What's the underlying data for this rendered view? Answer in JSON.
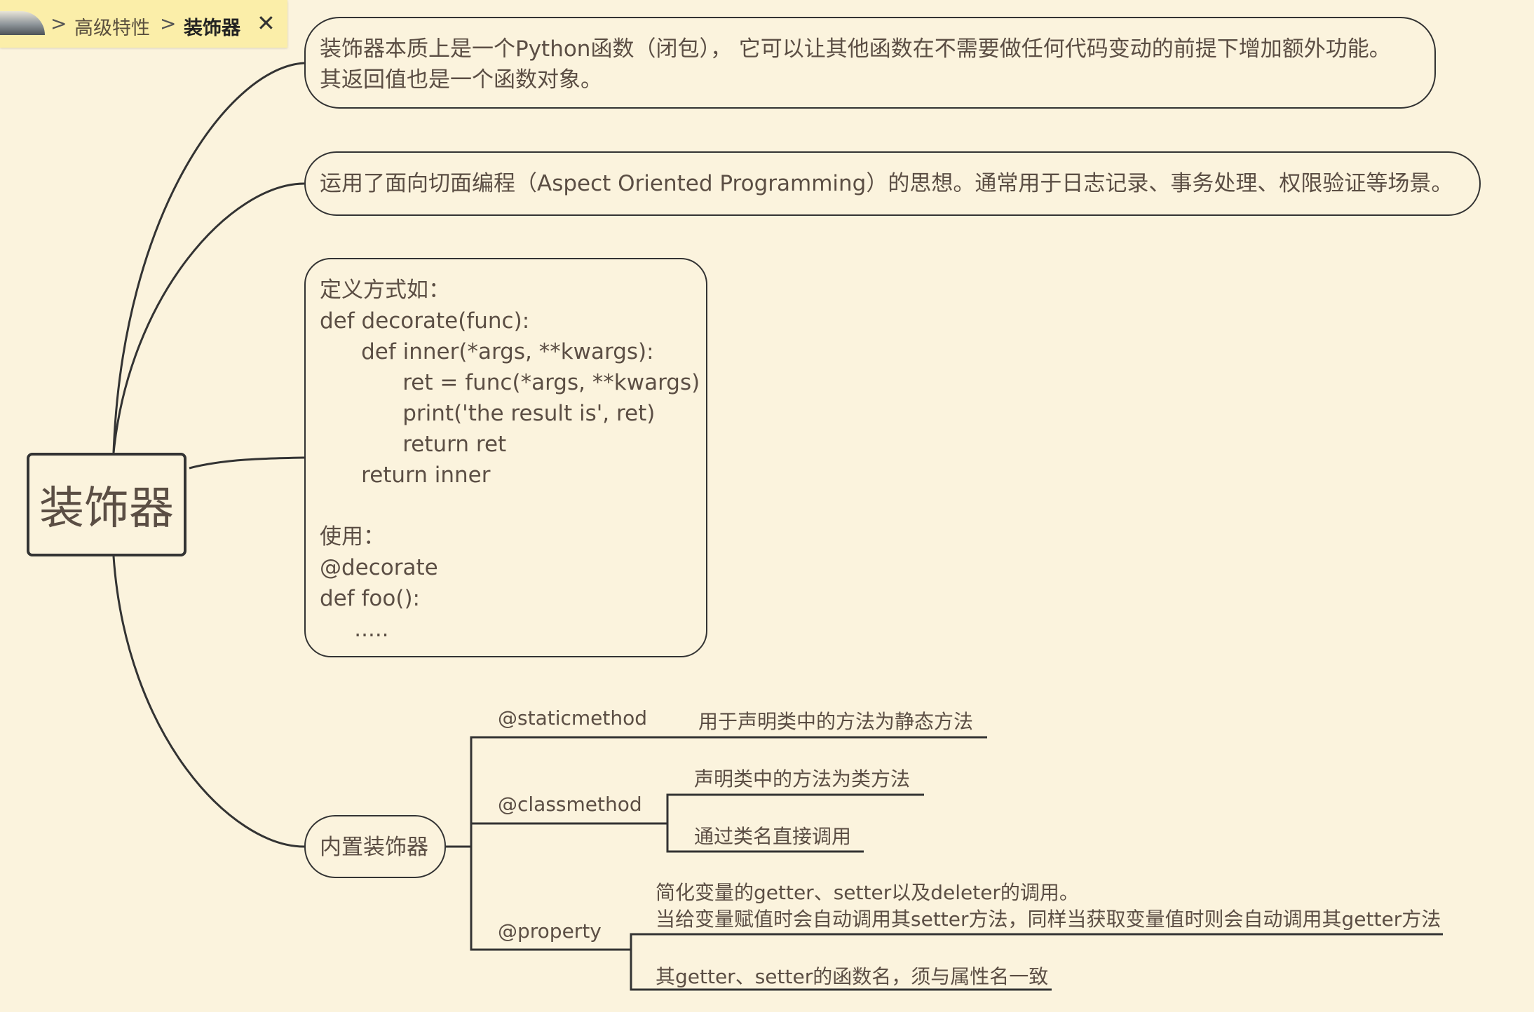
{
  "breadcrumb": {
    "parent": "高级特性",
    "current": "装饰器"
  },
  "root": {
    "title": "装饰器"
  },
  "notes": {
    "definition": [
      "装饰器本质上是一个Python函数（闭包）， 它可以让其他函数在不需要做任何代码变动的前提下增加额外功能。",
      "其返回值也是一个函数对象。"
    ],
    "aop": "运用了面向切面编程（Aspect Oriented Programming）的思想。通常用于日志记录、事务处理、权限验证等场景。",
    "code": [
      "定义方式如：",
      "def decorate(func):",
      "      def inner(*args, **kwargs):",
      "            ret = func(*args, **kwargs)",
      "            print('the result is', ret)",
      "            return ret",
      "      return inner",
      "",
      "使用：",
      "@decorate",
      "def foo():",
      "     ....."
    ]
  },
  "builtin": {
    "title": "内置装饰器",
    "staticmethod": {
      "name": "@staticmethod",
      "desc": "用于声明类中的方法为静态方法"
    },
    "classmethod": {
      "name": "@classmethod",
      "desc1": "声明类中的方法为类方法",
      "desc2": "通过类名直接调用"
    },
    "property": {
      "name": "@property",
      "desc1a": "简化变量的getter、setter以及deleter的调用。",
      "desc1b": "当给变量赋值时会自动调用其setter方法，同样当获取变量值时则会自动调用其getter方法",
      "desc2": "其getter、setter的函数名，须与属性名一致"
    }
  },
  "colors": {
    "background": "#fbf3dd",
    "line": "#333333",
    "text": "#5b4e44",
    "breadcrumb_bg": "#fbeea9"
  }
}
